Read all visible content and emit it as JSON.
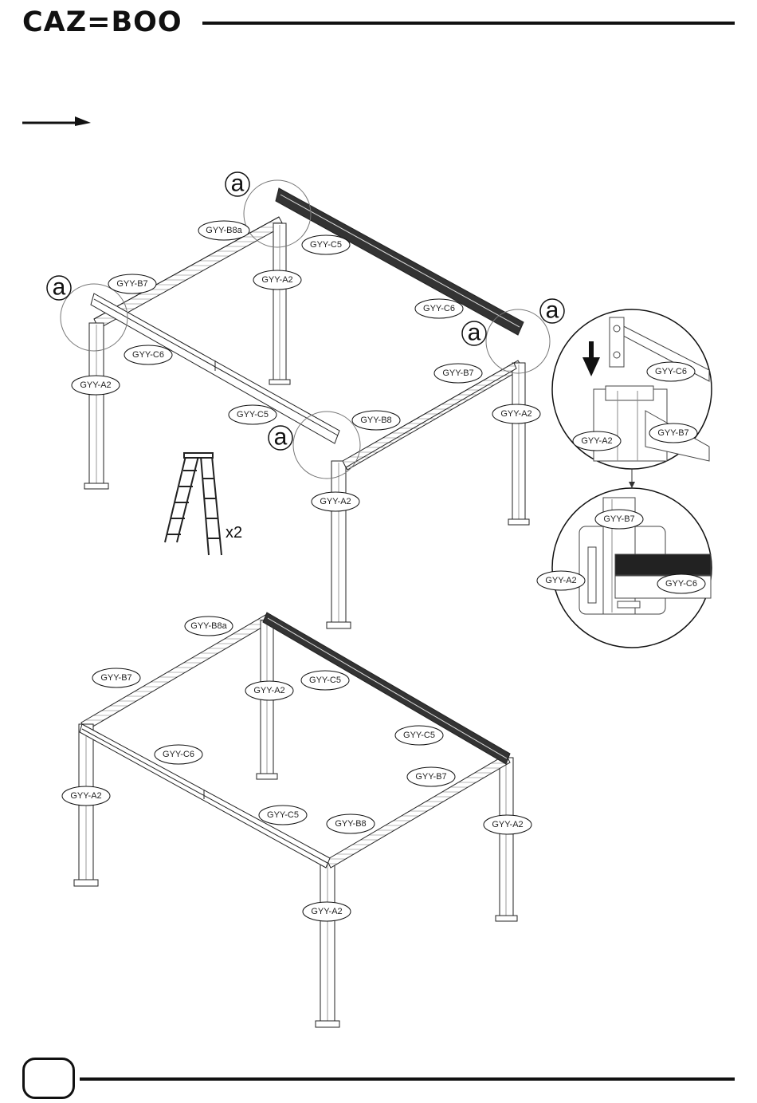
{
  "header": {
    "brand": "CAZ=BOO"
  },
  "footer": {
    "page_number": ""
  },
  "step1": {
    "markers": [
      "a",
      "a",
      "a",
      "a"
    ],
    "ladder_count": "x2",
    "labels": {
      "b8a": "GYY-B8a",
      "c5_top": "GYY-C5",
      "b7_left": "GYY-B7",
      "a2_back": "GYY-A2",
      "c6_right": "GYY-C6",
      "c6_front": "GYY-C6",
      "a2_left": "GYY-A2",
      "b7_right": "GYY-B7",
      "c5_front": "GYY-C5",
      "b8": "GYY-B8",
      "a2_right": "GYY-A2",
      "a2_front": "GYY-A2"
    }
  },
  "detail": {
    "top": {
      "c6": "GYY-C6",
      "a2": "GYY-A2",
      "b7": "GYY-B7"
    },
    "bottom": {
      "b7": "GYY-B7",
      "a2": "GYY-A2",
      "c6": "GYY-C6"
    }
  },
  "step2": {
    "labels": {
      "b8a": "GYY-B8a",
      "b7_left": "GYY-B7",
      "a2_back": "GYY-A2",
      "c5_back": "GYY-C5",
      "c5_right": "GYY-C5",
      "c6": "GYY-C6",
      "b7_right": "GYY-B7",
      "a2_left": "GYY-A2",
      "c5_front": "GYY-C5",
      "b8": "GYY-B8",
      "a2_right": "GYY-A2",
      "a2_front": "GYY-A2"
    }
  }
}
